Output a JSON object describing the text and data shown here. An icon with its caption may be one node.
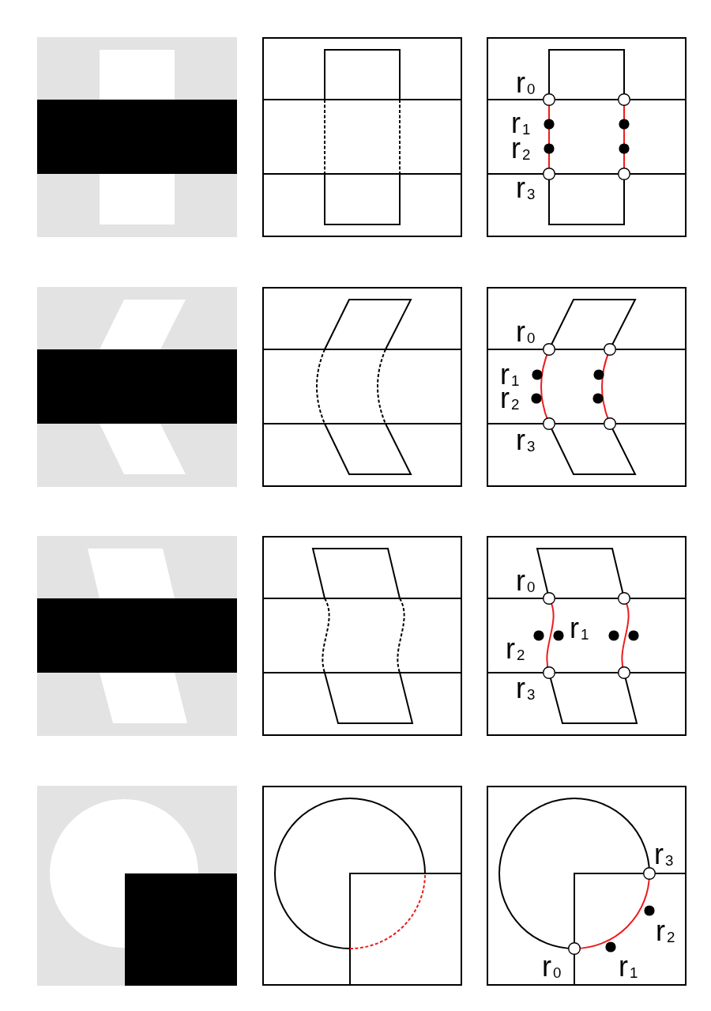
{
  "diagram": {
    "labels": [
      "r$_{0}$",
      "r$_{1}$",
      "r$_{2}$",
      "r$_{3}$",
      "r$_{0}$",
      "r$_{1}$",
      "r$_{2}$",
      "r$_{3}$",
      "r$_{0}$",
      "r$_{1}$",
      "r$_{2}$",
      "r$_{3}$",
      "r$_{3}$",
      "r$_{2}$",
      "r$_{0}$",
      "r$_{1}$"
    ]
  }
}
